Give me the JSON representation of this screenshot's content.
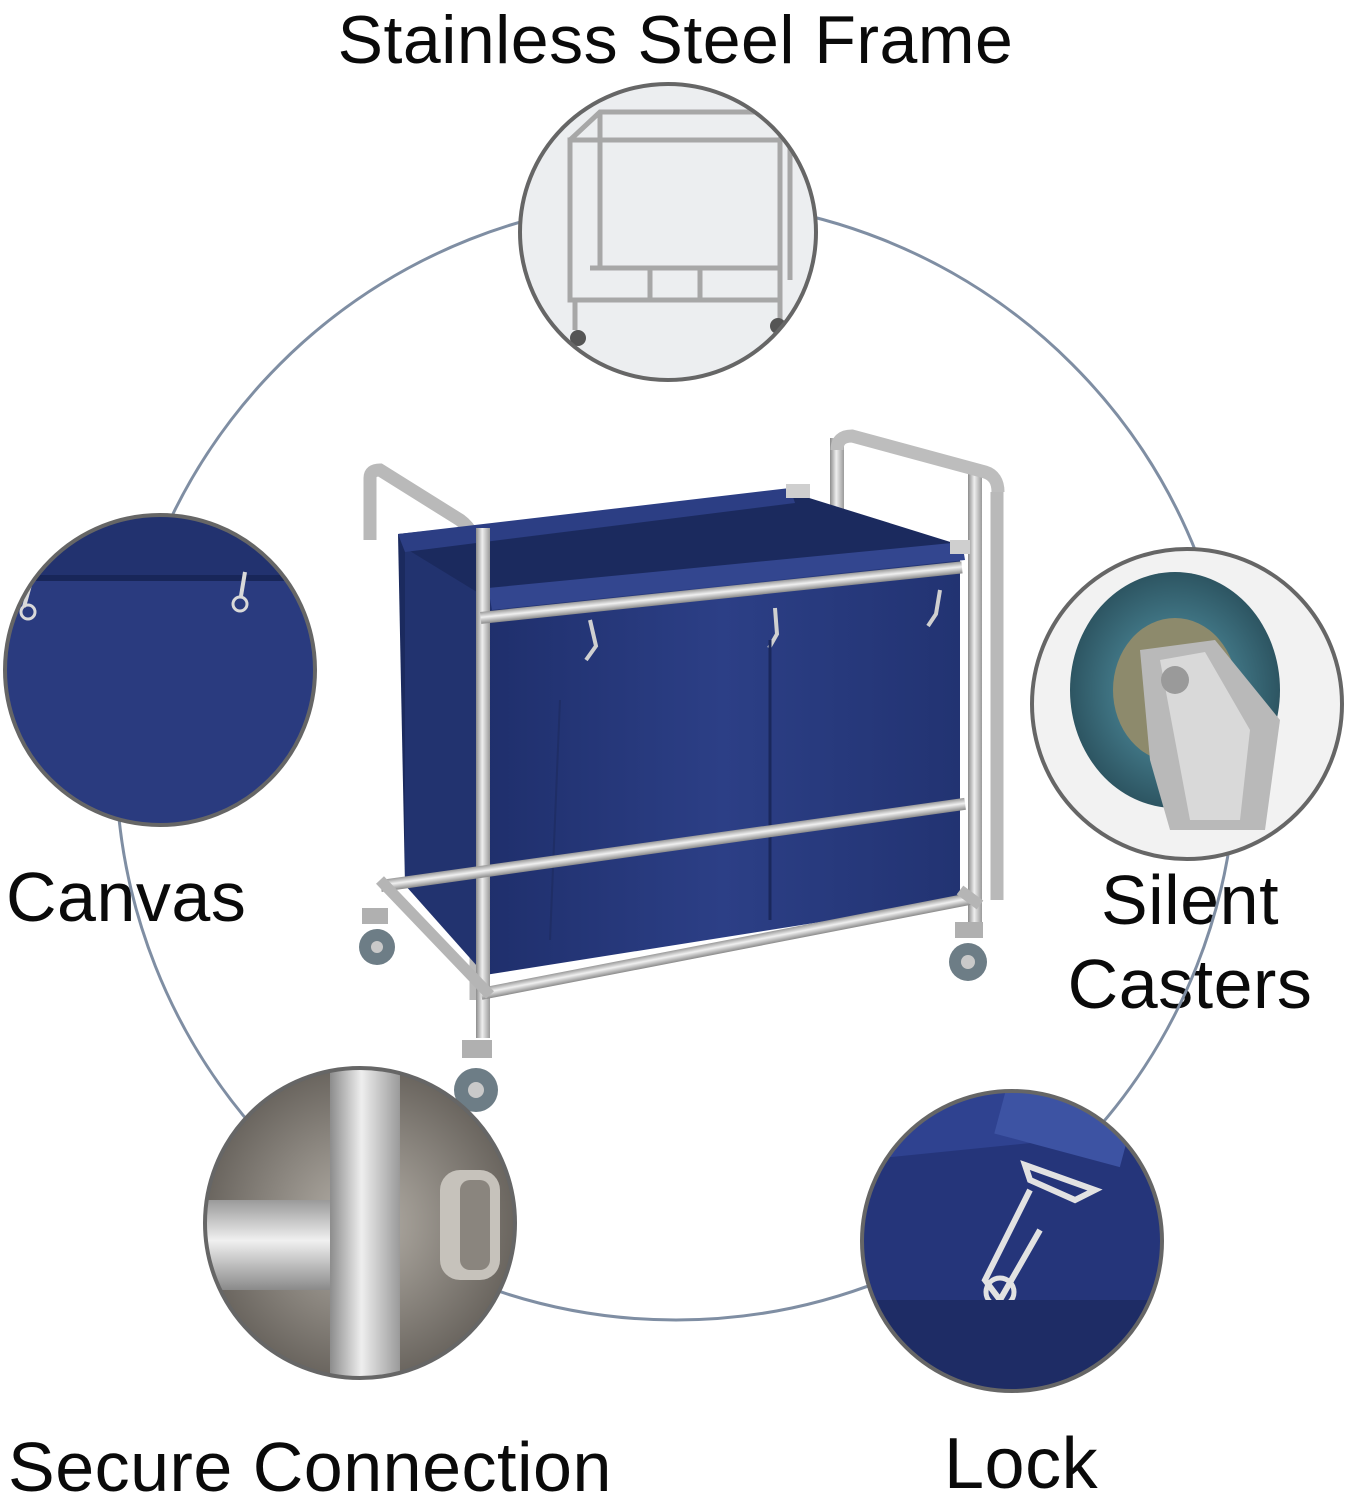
{
  "labels": {
    "top": "Stainless Steel Frame",
    "left": "Canvas",
    "right_line1": "Silent",
    "right_line2": "Casters",
    "bottom_left": "Secure Connection",
    "bottom_right": "Lock"
  },
  "colors": {
    "ring": "#7f8ea3",
    "bag_navy": "#26377a",
    "bag_dark": "#1b2a5e",
    "steel": "#c8c8c8",
    "steel_shadow": "#8a8a8a",
    "wheel_teal": "#3b6f7d"
  }
}
